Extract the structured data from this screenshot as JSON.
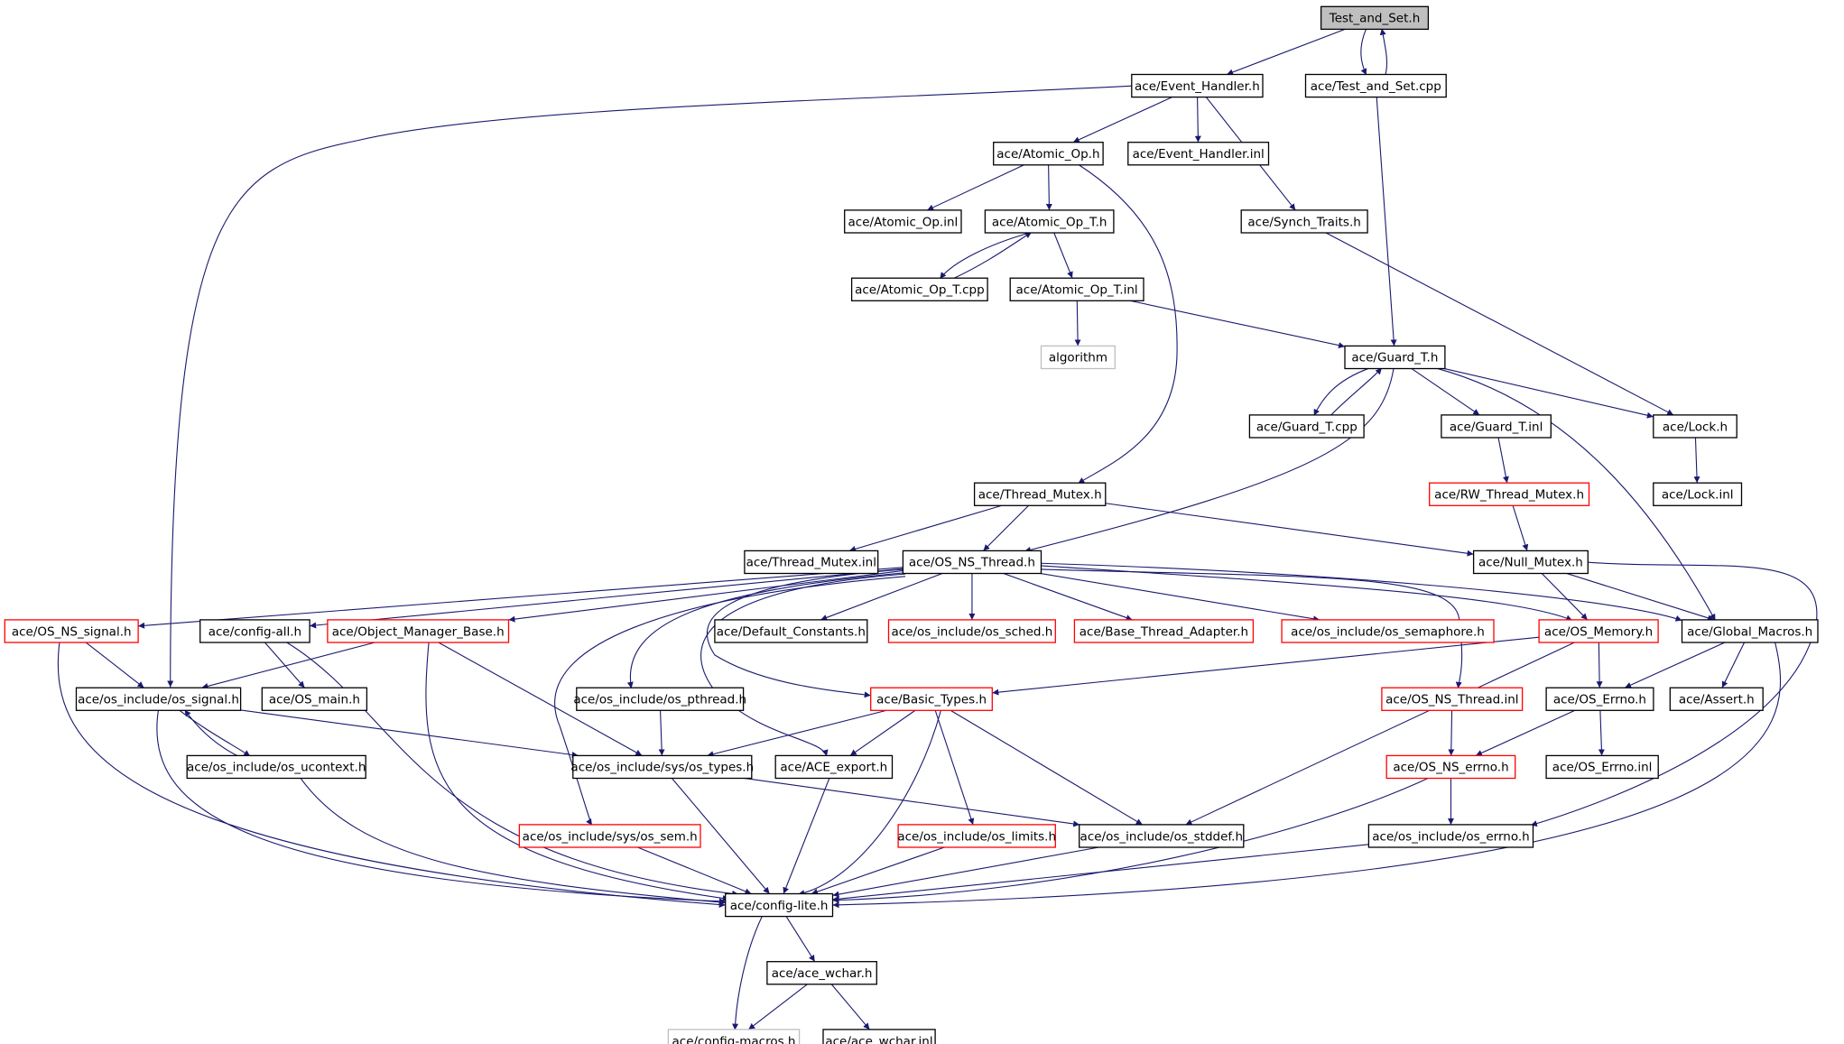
{
  "diagram": {
    "colors": {
      "edge": "#191970",
      "root_fill": "#bfbfbf",
      "normal_fill": "#ffffff",
      "normal_border": "#000000",
      "red_border": "#ff0000",
      "missing_border": "#bfbfbf",
      "missing_text": "#555555"
    },
    "nodes": [
      {
        "id": "test_and_set_h",
        "label": "Test_and_Set.h",
        "style": "root"
      },
      {
        "id": "event_handler_h",
        "label": "ace/Event_Handler.h",
        "style": "normal"
      },
      {
        "id": "test_and_set_cpp",
        "label": "ace/Test_and_Set.cpp",
        "style": "normal"
      },
      {
        "id": "atomic_op_h",
        "label": "ace/Atomic_Op.h",
        "style": "normal"
      },
      {
        "id": "event_handler_inl",
        "label": "ace/Event_Handler.inl",
        "style": "normal"
      },
      {
        "id": "atomic_op_inl",
        "label": "ace/Atomic_Op.inl",
        "style": "normal"
      },
      {
        "id": "atomic_op_t_h",
        "label": "ace/Atomic_Op_T.h",
        "style": "normal"
      },
      {
        "id": "synch_traits_h",
        "label": "ace/Synch_Traits.h",
        "style": "normal"
      },
      {
        "id": "atomic_op_t_cpp",
        "label": "ace/Atomic_Op_T.cpp",
        "style": "normal"
      },
      {
        "id": "atomic_op_t_inl",
        "label": "ace/Atomic_Op_T.inl",
        "style": "normal"
      },
      {
        "id": "algorithm",
        "label": "algorithm",
        "style": "missing"
      },
      {
        "id": "guard_t_h",
        "label": "ace/Guard_T.h",
        "style": "normal"
      },
      {
        "id": "guard_t_cpp",
        "label": "ace/Guard_T.cpp",
        "style": "normal"
      },
      {
        "id": "guard_t_inl",
        "label": "ace/Guard_T.inl",
        "style": "normal"
      },
      {
        "id": "lock_h",
        "label": "ace/Lock.h",
        "style": "normal"
      },
      {
        "id": "lock_inl",
        "label": "ace/Lock.inl",
        "style": "normal"
      },
      {
        "id": "rw_thread_mutex_h",
        "label": "ace/RW_Thread_Mutex.h",
        "style": "red"
      },
      {
        "id": "thread_mutex_h",
        "label": "ace/Thread_Mutex.h",
        "style": "normal"
      },
      {
        "id": "thread_mutex_inl",
        "label": "ace/Thread_Mutex.inl",
        "style": "normal"
      },
      {
        "id": "os_ns_thread_h",
        "label": "ace/OS_NS_Thread.h",
        "style": "normal"
      },
      {
        "id": "null_mutex_h",
        "label": "ace/Null_Mutex.h",
        "style": "normal"
      },
      {
        "id": "os_ns_signal_h",
        "label": "ace/OS_NS_signal.h",
        "style": "red"
      },
      {
        "id": "config_all_h",
        "label": "ace/config-all.h",
        "style": "normal"
      },
      {
        "id": "object_manager_base_h",
        "label": "ace/Object_Manager_Base.h",
        "style": "red"
      },
      {
        "id": "default_constants_h",
        "label": "ace/Default_Constants.h",
        "style": "normal"
      },
      {
        "id": "os_sched_h",
        "label": "ace/os_include/os_sched.h",
        "style": "red"
      },
      {
        "id": "base_thread_adapter_h",
        "label": "ace/Base_Thread_Adapter.h",
        "style": "red"
      },
      {
        "id": "os_semaphore_h",
        "label": "ace/os_include/os_semaphore.h",
        "style": "red"
      },
      {
        "id": "os_memory_h",
        "label": "ace/OS_Memory.h",
        "style": "red"
      },
      {
        "id": "global_macros_h",
        "label": "ace/Global_Macros.h",
        "style": "normal"
      },
      {
        "id": "os_signal_h",
        "label": "ace/os_include/os_signal.h",
        "style": "normal"
      },
      {
        "id": "os_main_h",
        "label": "ace/OS_main.h",
        "style": "normal"
      },
      {
        "id": "os_pthread_h",
        "label": "ace/os_include/os_pthread.h",
        "style": "normal"
      },
      {
        "id": "basic_types_h",
        "label": "ace/Basic_Types.h",
        "style": "red"
      },
      {
        "id": "os_ns_thread_inl",
        "label": "ace/OS_NS_Thread.inl",
        "style": "red"
      },
      {
        "id": "os_errno_ace_h",
        "label": "ace/OS_Errno.h",
        "style": "normal"
      },
      {
        "id": "assert_h",
        "label": "ace/Assert.h",
        "style": "normal"
      },
      {
        "id": "os_ucontext_h",
        "label": "ace/os_include/os_ucontext.h",
        "style": "normal"
      },
      {
        "id": "sys_os_types_h",
        "label": "ace/os_include/sys/os_types.h",
        "style": "normal"
      },
      {
        "id": "ace_export_h",
        "label": "ace/ACE_export.h",
        "style": "normal"
      },
      {
        "id": "os_ns_errno_h",
        "label": "ace/OS_NS_errno.h",
        "style": "red"
      },
      {
        "id": "os_errno_inl",
        "label": "ace/OS_Errno.inl",
        "style": "normal"
      },
      {
        "id": "sys_os_sem_h",
        "label": "ace/os_include/sys/os_sem.h",
        "style": "red"
      },
      {
        "id": "os_limits_h",
        "label": "ace/os_include/os_limits.h",
        "style": "red"
      },
      {
        "id": "os_stddef_h",
        "label": "ace/os_include/os_stddef.h",
        "style": "normal"
      },
      {
        "id": "os_include_os_errno_h",
        "label": "ace/os_include/os_errno.h",
        "style": "normal"
      },
      {
        "id": "config_lite_h",
        "label": "ace/config-lite.h",
        "style": "normal"
      },
      {
        "id": "ace_wchar_h",
        "label": "ace/ace_wchar.h",
        "style": "normal"
      },
      {
        "id": "config_macros_h",
        "label": "ace/config-macros.h",
        "style": "missing"
      },
      {
        "id": "ace_wchar_inl",
        "label": "ace/ace_wchar.inl",
        "style": "normal"
      }
    ],
    "edges": [
      [
        "test_and_set_h",
        "event_handler_h"
      ],
      [
        "test_and_set_h",
        "test_and_set_cpp"
      ],
      [
        "test_and_set_cpp",
        "test_and_set_h"
      ],
      [
        "test_and_set_cpp",
        "guard_t_h"
      ],
      [
        "event_handler_h",
        "atomic_op_h"
      ],
      [
        "event_handler_h",
        "event_handler_inl"
      ],
      [
        "event_handler_h",
        "synch_traits_h"
      ],
      [
        "event_handler_h",
        "os_signal_h"
      ],
      [
        "atomic_op_h",
        "atomic_op_inl"
      ],
      [
        "atomic_op_h",
        "atomic_op_t_h"
      ],
      [
        "atomic_op_h",
        "thread_mutex_h"
      ],
      [
        "atomic_op_t_h",
        "atomic_op_t_cpp"
      ],
      [
        "atomic_op_t_cpp",
        "atomic_op_t_h"
      ],
      [
        "atomic_op_t_h",
        "atomic_op_t_inl"
      ],
      [
        "atomic_op_t_inl",
        "algorithm"
      ],
      [
        "atomic_op_t_inl",
        "guard_t_h"
      ],
      [
        "synch_traits_h",
        "lock_h"
      ],
      [
        "guard_t_h",
        "guard_t_cpp"
      ],
      [
        "guard_t_cpp",
        "guard_t_h"
      ],
      [
        "guard_t_h",
        "guard_t_inl"
      ],
      [
        "guard_t_h",
        "lock_h"
      ],
      [
        "guard_t_h",
        "global_macros_h"
      ],
      [
        "guard_t_h",
        "os_ns_thread_h"
      ],
      [
        "lock_h",
        "lock_inl"
      ],
      [
        "guard_t_inl",
        "rw_thread_mutex_h"
      ],
      [
        "rw_thread_mutex_h",
        "null_mutex_h"
      ],
      [
        "thread_mutex_h",
        "thread_mutex_inl"
      ],
      [
        "thread_mutex_h",
        "os_ns_thread_h"
      ],
      [
        "thread_mutex_h",
        "null_mutex_h"
      ],
      [
        "null_mutex_h",
        "os_memory_h"
      ],
      [
        "null_mutex_h",
        "global_macros_h"
      ],
      [
        "null_mutex_h",
        "os_include_os_errno_h"
      ],
      [
        "os_ns_thread_h",
        "os_ns_signal_h"
      ],
      [
        "os_ns_thread_h",
        "config_all_h"
      ],
      [
        "os_ns_thread_h",
        "object_manager_base_h"
      ],
      [
        "os_ns_thread_h",
        "default_constants_h"
      ],
      [
        "os_ns_thread_h",
        "os_sched_h"
      ],
      [
        "os_ns_thread_h",
        "base_thread_adapter_h"
      ],
      [
        "os_ns_thread_h",
        "os_semaphore_h"
      ],
      [
        "os_ns_thread_h",
        "os_memory_h"
      ],
      [
        "os_ns_thread_h",
        "global_macros_h"
      ],
      [
        "os_ns_thread_h",
        "os_pthread_h"
      ],
      [
        "os_ns_thread_h",
        "basic_types_h"
      ],
      [
        "os_ns_thread_h",
        "os_ns_thread_inl"
      ],
      [
        "os_ns_thread_h",
        "ace_export_h"
      ],
      [
        "os_ns_thread_h",
        "sys_os_sem_h"
      ],
      [
        "os_ns_signal_h",
        "os_signal_h"
      ],
      [
        "os_ns_signal_h",
        "config_lite_h"
      ],
      [
        "config_all_h",
        "os_main_h"
      ],
      [
        "config_all_h",
        "config_lite_h"
      ],
      [
        "object_manager_base_h",
        "os_signal_h"
      ],
      [
        "object_manager_base_h",
        "sys_os_types_h"
      ],
      [
        "object_manager_base_h",
        "config_lite_h"
      ],
      [
        "os_memory_h",
        "basic_types_h"
      ],
      [
        "os_memory_h",
        "os_errno_ace_h"
      ],
      [
        "os_memory_h",
        "os_stddef_h"
      ],
      [
        "global_macros_h",
        "os_errno_ace_h"
      ],
      [
        "global_macros_h",
        "assert_h"
      ],
      [
        "global_macros_h",
        "config_lite_h"
      ],
      [
        "os_signal_h",
        "os_ucontext_h"
      ],
      [
        "os_ucontext_h",
        "os_signal_h"
      ],
      [
        "os_signal_h",
        "sys_os_types_h"
      ],
      [
        "os_signal_h",
        "config_lite_h"
      ],
      [
        "os_ucontext_h",
        "config_lite_h"
      ],
      [
        "os_pthread_h",
        "sys_os_types_h"
      ],
      [
        "basic_types_h",
        "sys_os_types_h"
      ],
      [
        "basic_types_h",
        "ace_export_h"
      ],
      [
        "basic_types_h",
        "os_limits_h"
      ],
      [
        "basic_types_h",
        "os_stddef_h"
      ],
      [
        "basic_types_h",
        "config_lite_h"
      ],
      [
        "os_ns_thread_inl",
        "os_ns_errno_h"
      ],
      [
        "os_errno_ace_h",
        "os_ns_errno_h"
      ],
      [
        "os_errno_ace_h",
        "os_errno_inl"
      ],
      [
        "os_ns_errno_h",
        "os_include_os_errno_h"
      ],
      [
        "os_ns_errno_h",
        "config_lite_h"
      ],
      [
        "sys_os_types_h",
        "os_stddef_h"
      ],
      [
        "sys_os_types_h",
        "config_lite_h"
      ],
      [
        "ace_export_h",
        "config_lite_h"
      ],
      [
        "os_limits_h",
        "config_lite_h"
      ],
      [
        "os_stddef_h",
        "config_lite_h"
      ],
      [
        "os_include_os_errno_h",
        "config_lite_h"
      ],
      [
        "sys_os_sem_h",
        "config_lite_h"
      ],
      [
        "config_lite_h",
        "ace_wchar_h"
      ],
      [
        "config_lite_h",
        "config_macros_h"
      ],
      [
        "ace_wchar_h",
        "config_macros_h"
      ],
      [
        "ace_wchar_h",
        "ace_wchar_inl"
      ]
    ]
  }
}
